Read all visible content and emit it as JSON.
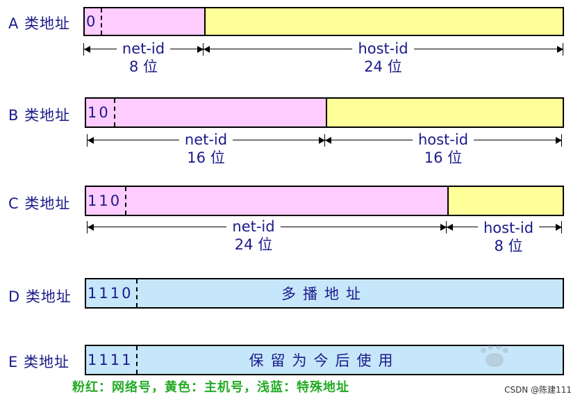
{
  "classes": [
    {
      "label": "A 类地址",
      "bits": "0",
      "segments": [
        {
          "kind": "net",
          "text": ""
        },
        {
          "kind": "host",
          "text": ""
        }
      ],
      "dims": [
        {
          "name": "net-id",
          "size": "8 位"
        },
        {
          "name": "host-id",
          "size": "24 位"
        }
      ]
    },
    {
      "label": "B 类地址",
      "bits": "10",
      "segments": [
        {
          "kind": "net",
          "text": ""
        },
        {
          "kind": "host",
          "text": ""
        }
      ],
      "dims": [
        {
          "name": "net-id",
          "size": "16 位"
        },
        {
          "name": "host-id",
          "size": "16 位"
        }
      ]
    },
    {
      "label": "C 类地址",
      "bits": "110",
      "segments": [
        {
          "kind": "net",
          "text": ""
        },
        {
          "kind": "host",
          "text": ""
        }
      ],
      "dims": [
        {
          "name": "net-id",
          "size": "24 位"
        },
        {
          "name": "host-id",
          "size": "8 位"
        }
      ]
    },
    {
      "label": "D 类地址",
      "bits": "1110",
      "segments": [
        {
          "kind": "special",
          "text": "多播地址"
        }
      ]
    },
    {
      "label": "E 类地址",
      "bits": "1111",
      "segments": [
        {
          "kind": "special",
          "text": "保留为今后使用"
        }
      ]
    }
  ],
  "legend": "粉红：网络号，黄色：主机号，浅蓝：特殊地址",
  "watermark": "CSDN @陈建111",
  "colors": {
    "net": "#ffccff",
    "host": "#ffff99",
    "special": "#c6e6fa"
  }
}
